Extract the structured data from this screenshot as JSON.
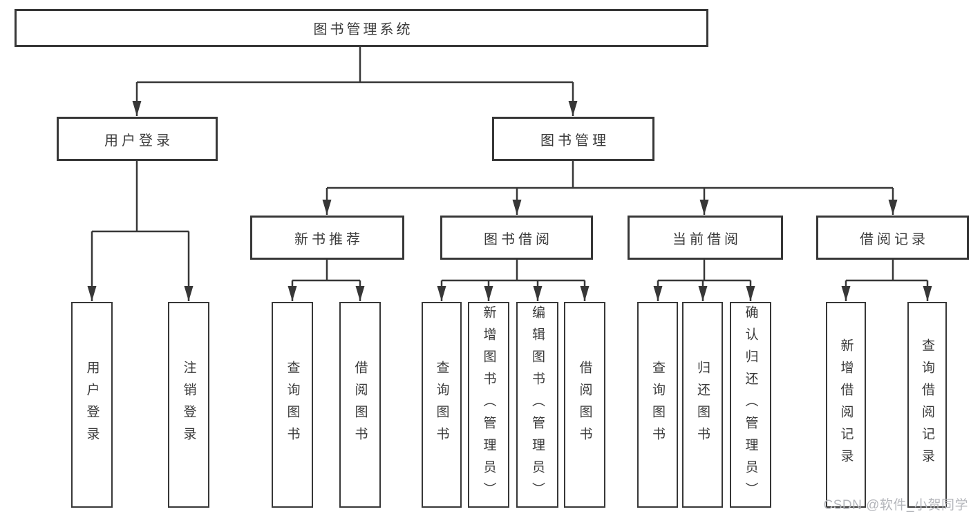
{
  "diagram": {
    "type": "function-structure-tree",
    "title": "图书管理系统",
    "watermark": "CSDN @软件_小贺同学",
    "colors": {
      "line": "#373737",
      "box_border": "#373737",
      "box_fill": "#ffffff",
      "text": "#3a3a3a",
      "watermark": "#b4b6bb",
      "background": "#ffffff"
    },
    "tree": {
      "label": "图书管理系统",
      "children": [
        {
          "label": "用户登录",
          "children": [
            {
              "label": "用户登录"
            },
            {
              "label": "注销登录"
            }
          ]
        },
        {
          "label": "图书管理",
          "children": [
            {
              "label": "新书推荐",
              "children": [
                {
                  "label": "查询图书"
                },
                {
                  "label": "借阅图书"
                }
              ]
            },
            {
              "label": "图书借阅",
              "children": [
                {
                  "label": "查询图书"
                },
                {
                  "label": "新增图书（管理员）"
                },
                {
                  "label": "编辑图书（管理员）"
                },
                {
                  "label": "借阅图书"
                }
              ]
            },
            {
              "label": "当前借阅",
              "children": [
                {
                  "label": "查询图书"
                },
                {
                  "label": "归还图书"
                },
                {
                  "label": "确认归还（管理员）"
                }
              ]
            },
            {
              "label": "借阅记录",
              "children": [
                {
                  "label": "新增借阅记录"
                },
                {
                  "label": "查询借阅记录"
                }
              ]
            }
          ]
        }
      ]
    }
  }
}
